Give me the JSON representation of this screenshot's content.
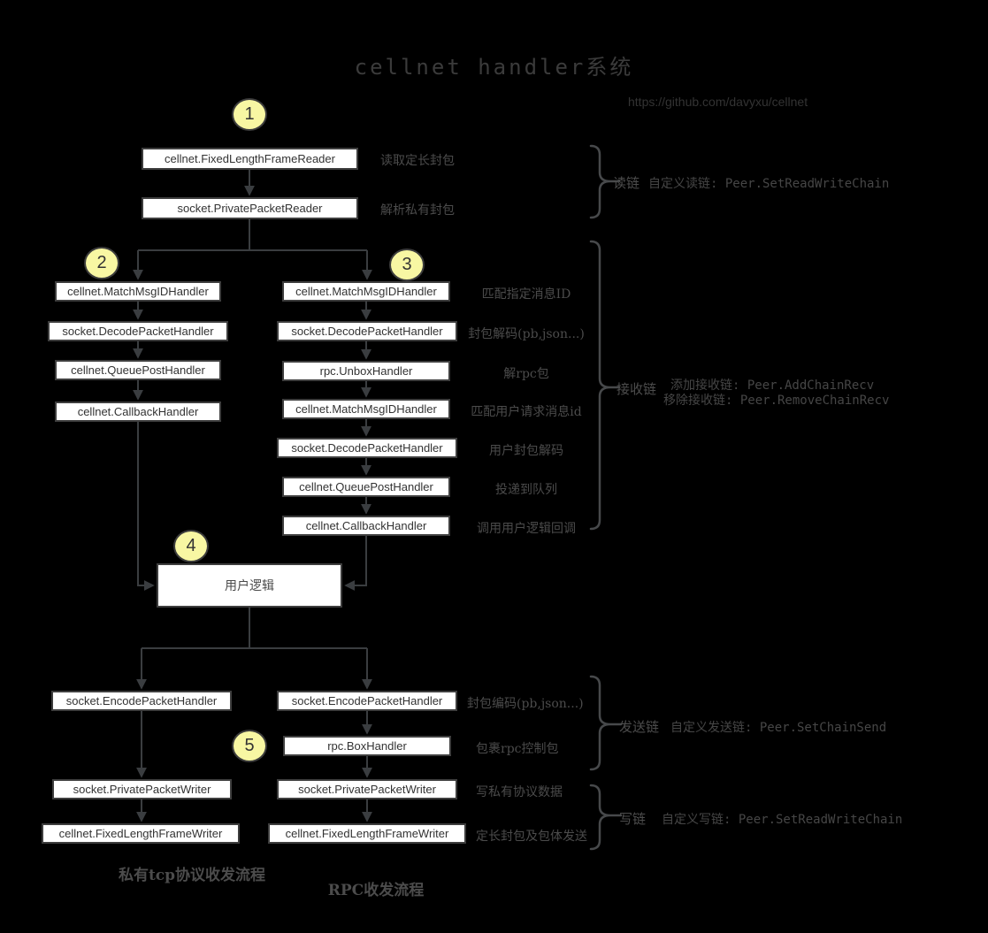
{
  "title": "cellnet handler系统",
  "link": "https://github.com/davyxu/cellnet",
  "badges": [
    "1",
    "2",
    "3",
    "4",
    "5"
  ],
  "chains": {
    "read": {
      "nodes": [
        "cellnet.FixedLengthFrameReader",
        "socket.PrivatePacketReader"
      ],
      "notes": [
        "读取定长封包",
        "解析私有封包"
      ]
    },
    "recv_left": {
      "nodes": [
        "cellnet.MatchMsgIDHandler",
        "socket.DecodePacketHandler",
        "cellnet.QueuePostHandler",
        "cellnet.CallbackHandler"
      ]
    },
    "recv_right": {
      "nodes": [
        "cellnet.MatchMsgIDHandler",
        "socket.DecodePacketHandler",
        "rpc.UnboxHandler",
        "cellnet.MatchMsgIDHandler",
        "socket.DecodePacketHandler",
        "cellnet.QueuePostHandler",
        "cellnet.CallbackHandler"
      ],
      "notes": [
        "匹配指定消息ID",
        "封包解码(pb,json...)",
        "解rpc包",
        "匹配用户请求消息id",
        "用户封包解码",
        "投递到队列",
        "调用用户逻辑回调"
      ]
    },
    "user_logic": "用户逻辑",
    "send_left": {
      "nodes": [
        "socket.EncodePacketHandler",
        "socket.PrivatePacketWriter",
        "cellnet.FixedLengthFrameWriter"
      ]
    },
    "send_right": {
      "nodes": [
        "socket.EncodePacketHandler",
        "rpc.BoxHandler",
        "socket.PrivatePacketWriter",
        "cellnet.FixedLengthFrameWriter"
      ],
      "notes": [
        "封包编码(pb,json...)",
        "包裹rpc控制包",
        "写私有协议数据",
        "定长封包及包体发送"
      ]
    }
  },
  "side_labels": {
    "read": {
      "name": "读链",
      "desc": "自定义读链: Peer.SetReadWriteChain"
    },
    "recv": {
      "name": "接收链",
      "desc_line1": "添加接收链: Peer.AddChainRecv",
      "desc_line2": "移除接收链: Peer.RemoveChainRecv"
    },
    "send": {
      "name": "发送链",
      "desc": "自定义发送链: Peer.SetChainSend"
    },
    "write": {
      "name": "写链",
      "desc": "自定义写链: Peer.SetReadWriteChain"
    }
  },
  "captions": {
    "left": "私有tcp协议收发流程",
    "right": "RPC收发流程"
  },
  "colors": {
    "background": "#000000",
    "node_fill": "#ffffff",
    "node_border": "#3e3e3e",
    "line": "#3a3d40",
    "brace": "#47494b",
    "badge_fill": "#f8f7a3",
    "badge_border": "#3c3c3c",
    "note_text": "#4b4b4b"
  }
}
